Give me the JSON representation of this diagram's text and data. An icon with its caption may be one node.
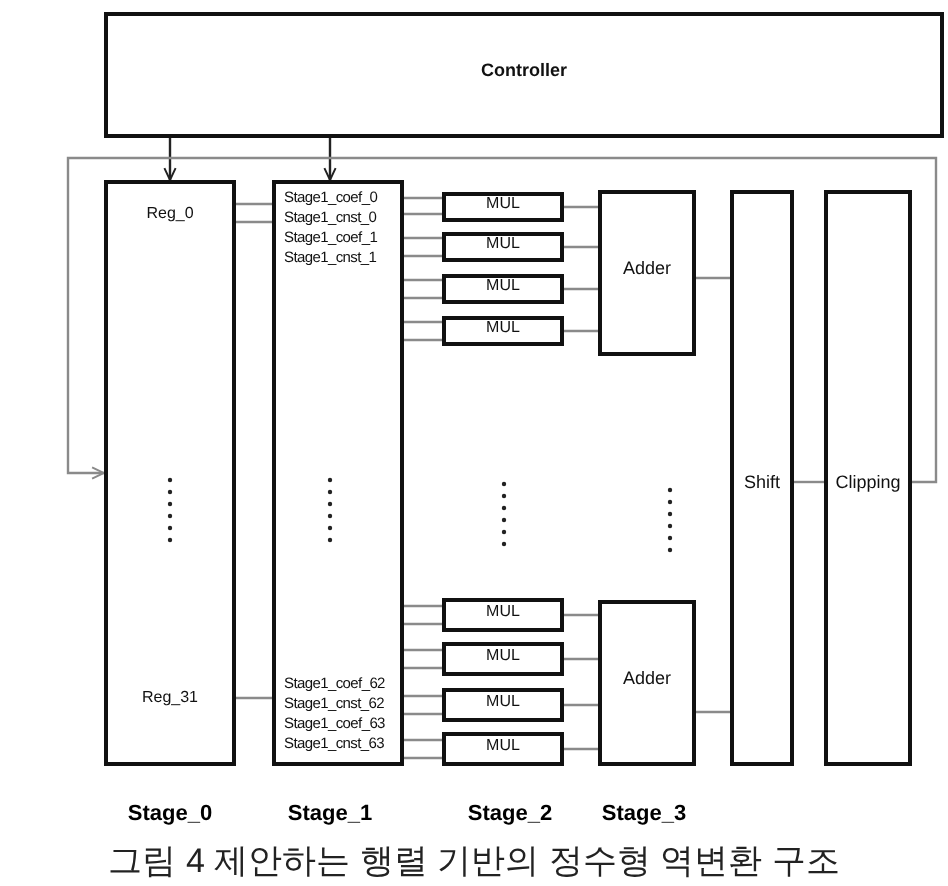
{
  "diagram": {
    "caption": "그림 4 제안하는 행렬 기반의 정수형 역변환 구조",
    "nodes": [
      {
        "text": [
          "Controller"
        ]
      },
      {
        "text": [
          "Reg_0",
          "Reg_31"
        ]
      },
      {
        "text": [
          "Stage1_coef_0",
          "Stage1_cnst_0",
          "Stage1_coef_1",
          "Stage1_cnst_1",
          "Stage1_coef_62",
          "Stage1_cnst_62",
          "Stage1_coef_63",
          "Stage1_cnst_63"
        ]
      },
      {
        "text": [
          "MUL"
        ]
      },
      {
        "text": [
          "MUL"
        ]
      },
      {
        "text": [
          "MUL"
        ]
      },
      {
        "text": [
          "MUL"
        ]
      },
      {
        "text": [
          "MUL"
        ]
      },
      {
        "text": [
          "MUL"
        ]
      },
      {
        "text": [
          "MUL"
        ]
      },
      {
        "text": [
          "MUL"
        ]
      },
      {
        "text": [
          "Adder"
        ]
      },
      {
        "text": [
          "Adder"
        ]
      },
      {
        "text": [
          "Shift"
        ]
      },
      {
        "text": [
          "Clipping"
        ]
      }
    ],
    "edges": [
      {
        "from": 0,
        "to": 1,
        "arrow": "to",
        "color": "#222222"
      },
      {
        "from": 0,
        "to": 2,
        "arrow": "to",
        "color": "#222222"
      },
      {
        "from": 1,
        "to": 2,
        "arrow": "none"
      },
      {
        "from": 1,
        "to": 2,
        "arrow": "none"
      },
      {
        "from": 1,
        "to": 2,
        "arrow": "none"
      },
      {
        "from": 2,
        "to": 3,
        "arrow": "none"
      },
      {
        "from": 2,
        "to": 3,
        "arrow": "none"
      },
      {
        "from": 2,
        "to": 4,
        "arrow": "none"
      },
      {
        "from": 2,
        "to": 4,
        "arrow": "none"
      },
      {
        "from": 2,
        "to": 5,
        "arrow": "none"
      },
      {
        "from": 2,
        "to": 5,
        "arrow": "none"
      },
      {
        "from": 2,
        "to": 6,
        "arrow": "none"
      },
      {
        "from": 2,
        "to": 6,
        "arrow": "none"
      },
      {
        "from": 2,
        "to": 7,
        "arrow": "none"
      },
      {
        "from": 2,
        "to": 7,
        "arrow": "none"
      },
      {
        "from": 2,
        "to": 8,
        "arrow": "none"
      },
      {
        "from": 2,
        "to": 8,
        "arrow": "none"
      },
      {
        "from": 2,
        "to": 9,
        "arrow": "none"
      },
      {
        "from": 2,
        "to": 9,
        "arrow": "none"
      },
      {
        "from": 2,
        "to": 10,
        "arrow": "none"
      },
      {
        "from": 2,
        "to": 10,
        "arrow": "none"
      },
      {
        "from": 3,
        "to": 11,
        "arrow": "none"
      },
      {
        "from": 4,
        "to": 11,
        "arrow": "none"
      },
      {
        "from": 5,
        "to": 11,
        "arrow": "none"
      },
      {
        "from": 6,
        "to": 11,
        "arrow": "none"
      },
      {
        "from": 7,
        "to": 12,
        "arrow": "none"
      },
      {
        "from": 8,
        "to": 12,
        "arrow": "none"
      },
      {
        "from": 9,
        "to": 12,
        "arrow": "none"
      },
      {
        "from": 10,
        "to": 12,
        "arrow": "none"
      },
      {
        "from": 11,
        "to": 13,
        "arrow": "none"
      },
      {
        "from": 12,
        "to": 13,
        "arrow": "none"
      },
      {
        "from": 13,
        "to": 14,
        "arrow": "none"
      },
      {
        "from": 14,
        "to": 1,
        "arrow": "to"
      }
    ],
    "labels": [
      "Stage_0",
      "Stage_1",
      "Stage_2",
      "Stage_3"
    ]
  }
}
